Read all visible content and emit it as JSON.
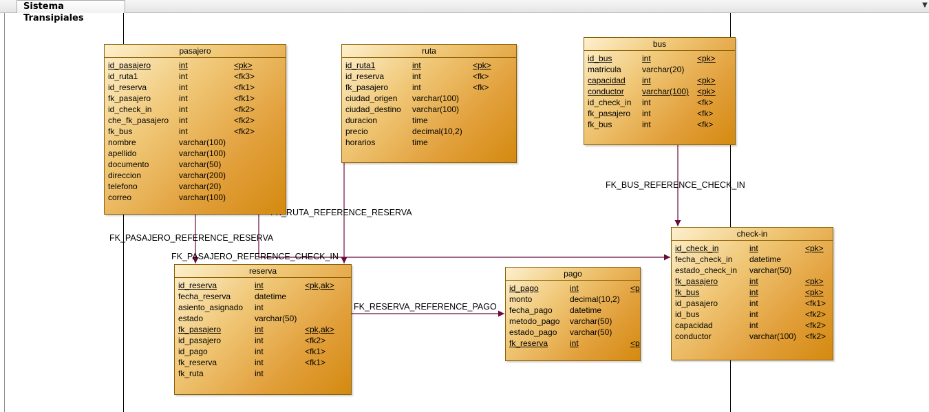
{
  "window": {
    "tab_label": "Sistema Transipiales",
    "menu_icon": "chevron-down-icon"
  },
  "colors": {
    "entity_border": "#8a5e00",
    "link": "#6b0a3c",
    "entity_fill": "#e2a03c"
  },
  "entities": {
    "pasajero": {
      "title": "pasajero",
      "attributes": [
        {
          "name": "id_pasajero",
          "type": "int",
          "key": "<pk>",
          "pk": true
        },
        {
          "name": "id_ruta1",
          "type": "int",
          "key": "<fk3>",
          "pk": false
        },
        {
          "name": "id_reserva",
          "type": "int",
          "key": "<fk1>",
          "pk": false
        },
        {
          "name": "fk_pasajero",
          "type": "int",
          "key": "<fk1>",
          "pk": false
        },
        {
          "name": "id_check_in",
          "type": "int",
          "key": "<fk2>",
          "pk": false
        },
        {
          "name": "che_fk_pasajero",
          "type": "int",
          "key": "<fk2>",
          "pk": false
        },
        {
          "name": "fk_bus",
          "type": "int",
          "key": "<fk2>",
          "pk": false
        },
        {
          "name": "nombre",
          "type": "varchar(100)",
          "key": "",
          "pk": false
        },
        {
          "name": "apellido",
          "type": "varchar(100)",
          "key": "",
          "pk": false
        },
        {
          "name": "documento",
          "type": "varchar(50)",
          "key": "",
          "pk": false
        },
        {
          "name": "direccion",
          "type": "varchar(200)",
          "key": "",
          "pk": false
        },
        {
          "name": "telefono",
          "type": "varchar(20)",
          "key": "",
          "pk": false
        },
        {
          "name": "correo",
          "type": "varchar(100)",
          "key": "",
          "pk": false
        }
      ]
    },
    "ruta": {
      "title": "ruta",
      "attributes": [
        {
          "name": "id_ruta1",
          "type": "int",
          "key": "<pk>",
          "pk": true
        },
        {
          "name": "id_reserva",
          "type": "int",
          "key": "<fk>",
          "pk": false
        },
        {
          "name": "fk_pasajero",
          "type": "int",
          "key": "<fk>",
          "pk": false
        },
        {
          "name": "ciudad_origen",
          "type": "varchar(100)",
          "key": "",
          "pk": false
        },
        {
          "name": "ciudad_destino",
          "type": "varchar(100)",
          "key": "",
          "pk": false
        },
        {
          "name": "duracion",
          "type": "time",
          "key": "",
          "pk": false
        },
        {
          "name": "precio",
          "type": "decimal(10,2)",
          "key": "",
          "pk": false
        },
        {
          "name": "horarios",
          "type": "time",
          "key": "",
          "pk": false
        }
      ]
    },
    "bus": {
      "title": "bus",
      "attributes": [
        {
          "name": "id_bus",
          "type": "int",
          "key": "<pk>",
          "pk": true
        },
        {
          "name": "matricula",
          "type": "varchar(20)",
          "key": "",
          "pk": false
        },
        {
          "name": "capacidad",
          "type": "int",
          "key": "<pk>",
          "pk": true
        },
        {
          "name": "conductor",
          "type": "varchar(100)",
          "key": "<pk>",
          "pk": true
        },
        {
          "name": "id_check_in",
          "type": "int",
          "key": "<fk>",
          "pk": false
        },
        {
          "name": "fk_pasajero",
          "type": "int",
          "key": "<fk>",
          "pk": false
        },
        {
          "name": "fk_bus",
          "type": "int",
          "key": "<fk>",
          "pk": false
        }
      ]
    },
    "reserva": {
      "title": "reserva",
      "attributes": [
        {
          "name": "id_reserva",
          "type": "int",
          "key": "<pk,ak>",
          "pk": true
        },
        {
          "name": "fecha_reserva",
          "type": "datetime",
          "key": "",
          "pk": false
        },
        {
          "name": "asiento_asignado",
          "type": "int",
          "key": "",
          "pk": false
        },
        {
          "name": "estado",
          "type": "varchar(50)",
          "key": "",
          "pk": false
        },
        {
          "name": "fk_pasajero",
          "type": "int",
          "key": "<pk,ak>",
          "pk": true
        },
        {
          "name": "id_pasajero",
          "type": "int",
          "key": "<fk2>",
          "pk": false
        },
        {
          "name": "id_pago",
          "type": "int",
          "key": "<fk1>",
          "pk": false
        },
        {
          "name": "fk_reserva",
          "type": "int",
          "key": "<fk1>",
          "pk": false
        },
        {
          "name": "fk_ruta",
          "type": "int",
          "key": "",
          "pk": false
        }
      ]
    },
    "pago": {
      "title": "pago",
      "attributes": [
        {
          "name": "id_pago",
          "type": "int",
          "key": "<p",
          "pk": true
        },
        {
          "name": "monto",
          "type": "decimal(10,2)",
          "key": "",
          "pk": false
        },
        {
          "name": "fecha_pago",
          "type": "datetime",
          "key": "",
          "pk": false
        },
        {
          "name": "metodo_pago",
          "type": "varchar(50)",
          "key": "",
          "pk": false
        },
        {
          "name": "estado_pago",
          "type": "varchar(50)",
          "key": "",
          "pk": false
        },
        {
          "name": "fk_reserva",
          "type": "int",
          "key": "<p",
          "pk": true
        }
      ]
    },
    "checkin": {
      "title": "check-in",
      "attributes": [
        {
          "name": "id_check_in",
          "type": "int",
          "key": "<pk>",
          "pk": true
        },
        {
          "name": "fecha_check_in",
          "type": "datetime",
          "key": "",
          "pk": false
        },
        {
          "name": "estado_check_in",
          "type": "varchar(50)",
          "key": "",
          "pk": false
        },
        {
          "name": "fk_pasajero",
          "type": "int",
          "key": "<pk>",
          "pk": true
        },
        {
          "name": "fk_bus",
          "type": "int",
          "key": "<pk>",
          "pk": true
        },
        {
          "name": "id_pasajero",
          "type": "int",
          "key": "<fk1>",
          "pk": false
        },
        {
          "name": "id_bus",
          "type": "int",
          "key": "<fk2>",
          "pk": false
        },
        {
          "name": "capacidad",
          "type": "int",
          "key": "<fk2>",
          "pk": false
        },
        {
          "name": "conductor",
          "type": "varchar(100)",
          "key": "<fk2>",
          "pk": false
        }
      ]
    }
  },
  "references": {
    "fk_bus_check_in": "FK_BUS_REFERENCE_CHECK_IN",
    "fk_ruta_reserva": "FK_RUTA_REFERENCE_RESERVA",
    "fk_pasajero_reserva": "FK_PASAJERO_REFERENCE_RESERVA",
    "fk_pasajero_check_in": "FK_PASAJERO_REFERENCE_CHECK_IN",
    "fk_reserva_pago": "FK_RESERVA_REFERENCE_PAGO"
  }
}
